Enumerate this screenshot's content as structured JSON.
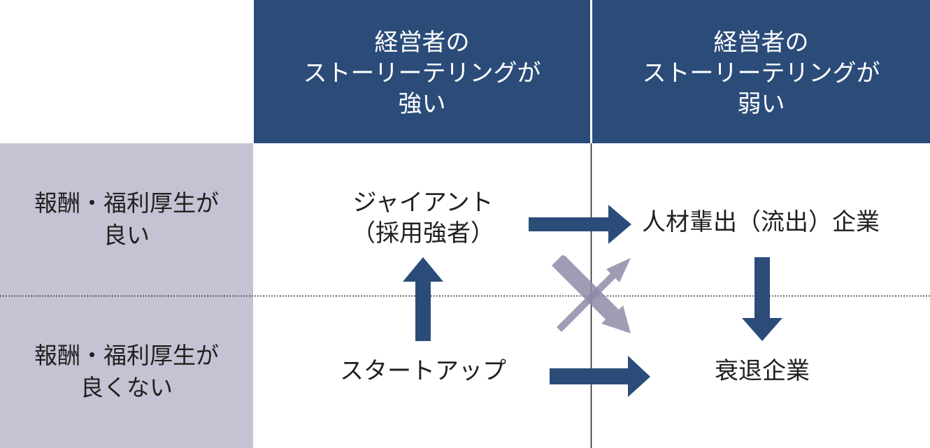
{
  "columns": [
    {
      "lines": [
        "経営者の",
        "ストーリーテリングが",
        "強い"
      ]
    },
    {
      "lines": [
        "経営者の",
        "ストーリーテリングが",
        "弱い"
      ]
    }
  ],
  "rows": [
    {
      "lines": [
        "報酬・福利厚生が",
        "良い"
      ]
    },
    {
      "lines": [
        "報酬・福利厚生が",
        "良くない"
      ]
    }
  ],
  "cells": {
    "giant": {
      "lines": [
        "ジャイアント",
        "（採用強者）"
      ]
    },
    "talent_outflow": {
      "lines": [
        "人材輩出（流出）企業"
      ]
    },
    "startup": {
      "lines": [
        "スタートアップ"
      ]
    },
    "declining": {
      "lines": [
        "衰退企業"
      ]
    }
  },
  "colors": {
    "header_bg": "#2b4c79",
    "row_header_bg": "#c4c3d3",
    "arrow": "#2b4c79",
    "cross_arrow": "#8e8ba7"
  }
}
